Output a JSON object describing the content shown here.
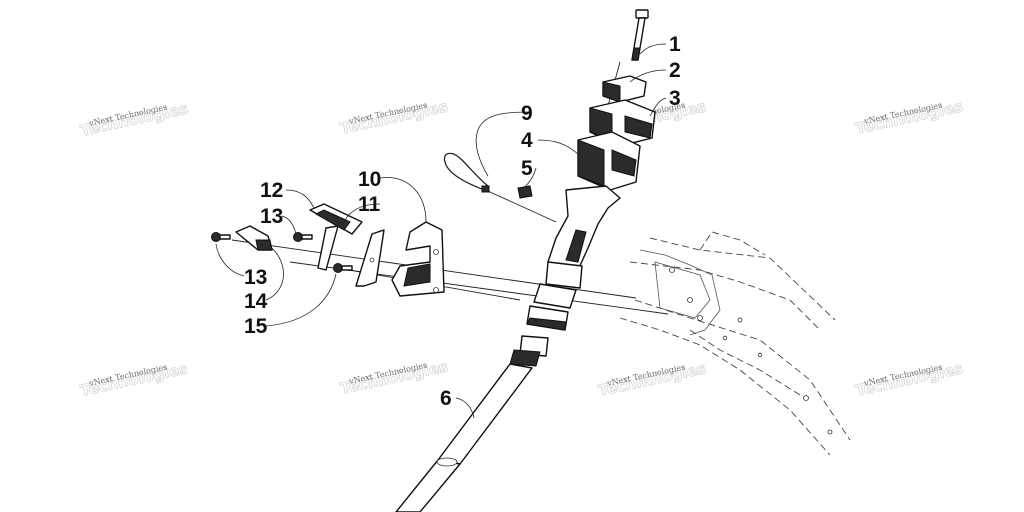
{
  "callouts": [
    {
      "id": "1",
      "label": "1"
    },
    {
      "id": "2",
      "label": "2"
    },
    {
      "id": "3",
      "label": "3"
    },
    {
      "id": "4",
      "label": "4"
    },
    {
      "id": "5",
      "label": "5"
    },
    {
      "id": "6",
      "label": "6"
    },
    {
      "id": "9",
      "label": "9"
    },
    {
      "id": "10",
      "label": "10"
    },
    {
      "id": "11",
      "label": "11"
    },
    {
      "id": "12",
      "label": "12"
    },
    {
      "id": "13a",
      "label": "13"
    },
    {
      "id": "13b",
      "label": "13"
    },
    {
      "id": "14",
      "label": "14"
    },
    {
      "id": "15",
      "label": "15"
    }
  ],
  "watermark": {
    "text": "vNext Technologies",
    "ghost": "Technologies"
  },
  "colors": {
    "ink": "#111111",
    "watermark": "#6e6e6e",
    "background": "#ffffff"
  }
}
